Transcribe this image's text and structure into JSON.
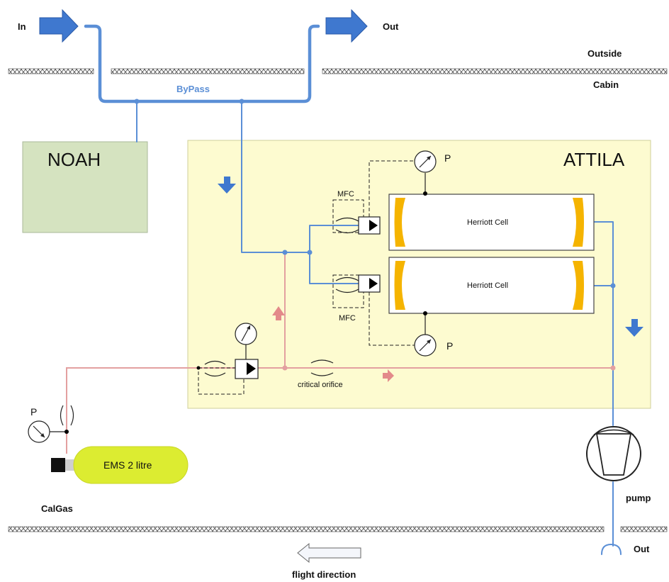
{
  "labels": {
    "in": "In",
    "out_top": "Out",
    "outside": "Outside",
    "cabin": "Cabin",
    "bypass": "ByPass",
    "noah": "NOAH",
    "attila": "ATTILA",
    "mfc_top": "MFC",
    "mfc_bottom": "MFC",
    "p_top": "P",
    "p_bottom": "P",
    "p_cylinder": "P",
    "herriott_top": "Herriott Cell",
    "herriott_bottom": "Herriott Cell",
    "critical_orifice": "critical orifice",
    "ems": "EMS 2 litre",
    "calgas": "CalGas",
    "pump": "pump",
    "out_bottom": "Out",
    "flight_direction": "flight direction"
  },
  "colors": {
    "air_line": "#5b8fd6",
    "calgas_line": "#e3a0a0",
    "noah_box": "#d5e3c0",
    "attila_box": "#fdfbd0",
    "cylinder": "#dcec31",
    "mirror": "#f5b400",
    "arrow_blue": "#3f78cf"
  }
}
